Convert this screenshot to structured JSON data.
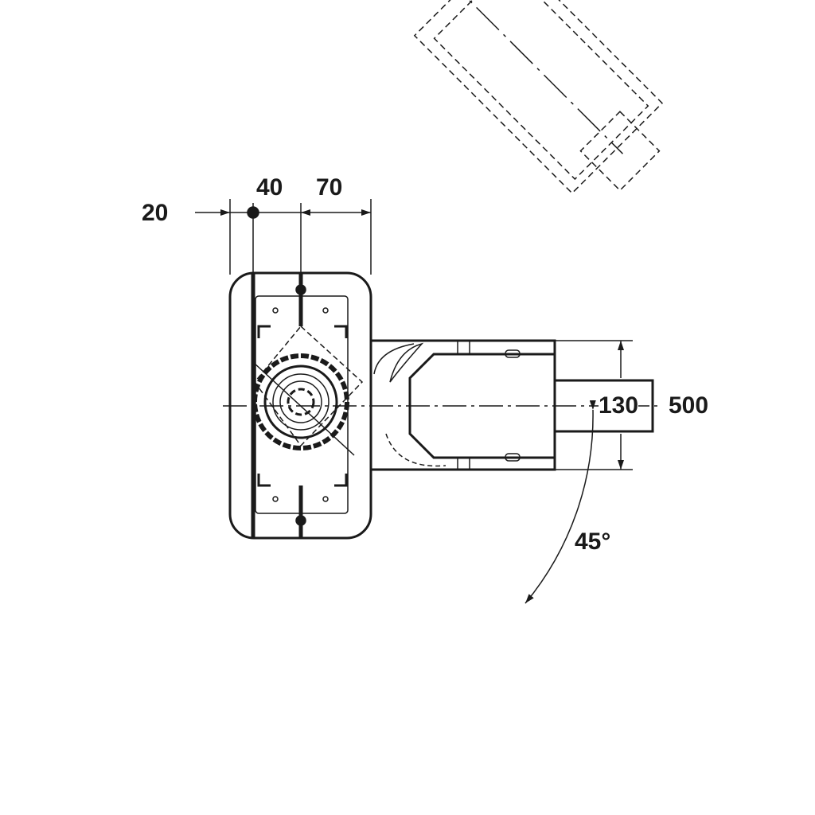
{
  "dimensions": {
    "offset_left": "20",
    "width_a": "40",
    "width_b": "70",
    "height": "130",
    "length": "500",
    "angle": "45°"
  },
  "colors": {
    "line": "#1a1a1a",
    "background": "#ffffff"
  }
}
